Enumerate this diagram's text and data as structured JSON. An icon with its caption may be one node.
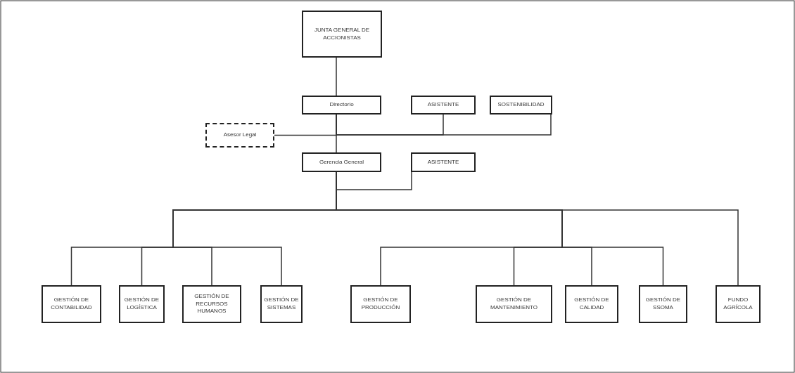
{
  "diagram": {
    "nodes": [
      {
        "text": [
          "JUNTA GENERAL DE ACCIONISTAS"
        ]
      },
      {
        "text": [
          "Directorio"
        ]
      },
      {
        "text": [
          "ASISTENTE"
        ]
      },
      {
        "text": [
          "SOSTENIBILIDAD"
        ]
      },
      {
        "text": [
          "Asesor Legal"
        ]
      },
      {
        "text": [
          "Gerencia General"
        ]
      },
      {
        "text": [
          "ASISTENTE"
        ]
      },
      {
        "text": [
          "GESTIÓN DE CONTABILIDAD"
        ]
      },
      {
        "text": [
          "GESTIÓN DE LOGÍSTICA"
        ]
      },
      {
        "text": [
          "GESTIÓN DE RECURSOS HUMANOS"
        ]
      },
      {
        "text": [
          "GESTIÓN DE SISTEMAS"
        ]
      },
      {
        "text": [
          "GESTIÓN DE PRODUCCIÓN"
        ]
      },
      {
        "text": [
          "GESTIÓN DE MANTENIMIENTO"
        ]
      },
      {
        "text": [
          "GESTIÓN DE CALIDAD"
        ]
      },
      {
        "text": [
          "GESTIÓN DE SSOMA"
        ]
      },
      {
        "text": [
          "FUNDO AGRÍCOLA"
        ]
      }
    ],
    "edges": [
      {
        "from": 0,
        "to": 1,
        "arrow": "none"
      },
      {
        "from": 1,
        "to": 4,
        "arrow": "none"
      },
      {
        "from": 1,
        "to": 2,
        "arrow": "none"
      },
      {
        "from": 1,
        "to": 3,
        "arrow": "none"
      },
      {
        "from": 1,
        "to": 5,
        "arrow": "none"
      },
      {
        "from": 5,
        "to": 6,
        "arrow": "none"
      },
      {
        "from": 5,
        "to": 7,
        "arrow": "none"
      },
      {
        "from": 5,
        "to": 8,
        "arrow": "none"
      },
      {
        "from": 5,
        "to": 9,
        "arrow": "none"
      },
      {
        "from": 5,
        "to": 10,
        "arrow": "none"
      },
      {
        "from": 5,
        "to": 11,
        "arrow": "none"
      },
      {
        "from": 5,
        "to": 12,
        "arrow": "none"
      },
      {
        "from": 5,
        "to": 13,
        "arrow": "none"
      },
      {
        "from": 5,
        "to": 14,
        "arrow": "none"
      },
      {
        "from": 5,
        "to": 15,
        "arrow": "none"
      }
    ]
  }
}
